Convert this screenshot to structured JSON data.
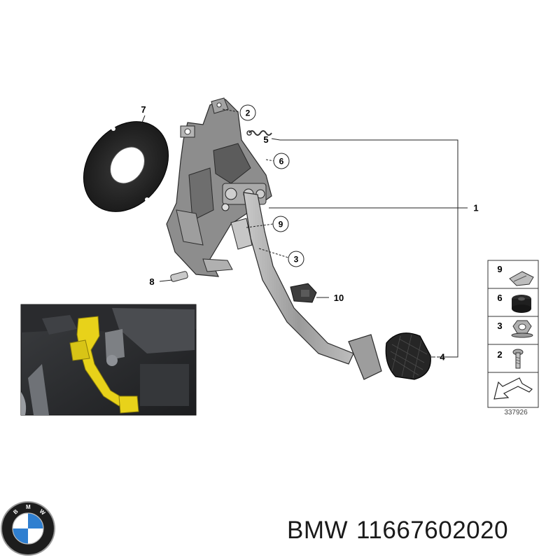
{
  "diagram": {
    "callouts": [
      {
        "id": "1",
        "label": "1"
      },
      {
        "id": "2",
        "label": "2"
      },
      {
        "id": "3",
        "label": "3"
      },
      {
        "id": "4",
        "label": "4"
      },
      {
        "id": "5",
        "label": "5"
      },
      {
        "id": "6",
        "label": "6"
      },
      {
        "id": "7",
        "label": "7"
      },
      {
        "id": "8",
        "label": "8"
      },
      {
        "id": "9",
        "label": "9"
      },
      {
        "id": "10",
        "label": "10"
      }
    ],
    "legend": {
      "items": [
        {
          "label": "9",
          "icon": "clip-icon"
        },
        {
          "label": "6",
          "icon": "rubber-bushing-icon"
        },
        {
          "label": "3",
          "icon": "hex-nut-icon"
        },
        {
          "label": "2",
          "icon": "bolt-icon"
        }
      ],
      "ref_number": "337926"
    }
  },
  "caption": {
    "brand": "BMW",
    "part_number": "11667602020"
  },
  "colors": {
    "line": "#222222",
    "part_gray": "#8c8c8c",
    "highlight_yellow": "#e8d21a",
    "bmw_blue": "#2f7fd0"
  }
}
